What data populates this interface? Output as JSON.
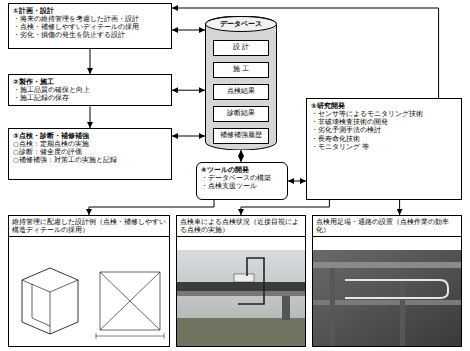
{
  "diagram": {
    "nodes": [
      {
        "text": [
          "①計画・設計",
          "・将来の維持管理を考慮した計画・設計",
          "・点検・補修しやすいディテールの採用",
          "・劣化・損傷の発生を防止する設計"
        ]
      },
      {
        "text": [
          "②製作・施工",
          "・施工品質の確保と向上",
          "・施工記録の保存"
        ]
      },
      {
        "text": [
          "③点検・診断・補修補強",
          "○点検：定期点検の実施",
          "○診断：健全度の評価",
          "○補修補強：対策工の実施と記録"
        ]
      },
      {
        "text": [
          "データベース"
        ]
      },
      {
        "text": [
          "設 計"
        ],
        "in": 3
      },
      {
        "text": [
          "施 工"
        ],
        "in": 3
      },
      {
        "text": [
          "点検結果"
        ],
        "in": 3
      },
      {
        "text": [
          "診断結果"
        ],
        "in": 3
      },
      {
        "text": [
          "補修補強履歴"
        ],
        "in": 3
      },
      {
        "text": [
          "④ツールの開発",
          "・データベースの構築",
          "・点検支援ツール"
        ]
      },
      {
        "text": [
          "⑤研究開発",
          "・センサ等によるモニタリング技術",
          "・非破壊検査技術の開発",
          "・劣化予測手法の検討",
          "・長寿命化技術",
          "・モニタリング 等"
        ]
      },
      {
        "text": [
          "維持管理に配慮した設計例（点検・補修しやすい構造ディテールの採用）"
        ]
      },
      {
        "text": [
          "点検車による点検状況（近接目視による点検の実施）"
        ]
      },
      {
        "text": [
          "点検用足場・通路の設置（点検作業の効率化）"
        ]
      }
    ],
    "edges": [
      {
        "from": 0,
        "to": 1,
        "arrow": "to"
      },
      {
        "from": 1,
        "to": 2,
        "arrow": "to"
      },
      {
        "from": 10,
        "to": 0,
        "arrow": "to"
      },
      {
        "from": 0,
        "to": 3,
        "arrow": "both"
      },
      {
        "from": 1,
        "to": 3,
        "arrow": "both"
      },
      {
        "from": 2,
        "to": 3,
        "arrow": "both"
      },
      {
        "from": 3,
        "to": 9,
        "arrow": "both"
      },
      {
        "from": 9,
        "to": 10,
        "arrow": "both"
      },
      {
        "from": 9,
        "to": 11,
        "arrow": "to"
      },
      {
        "from": 10,
        "to": 12,
        "arrow": "to"
      },
      {
        "from": 10,
        "to": 13,
        "arrow": "to"
      }
    ]
  }
}
